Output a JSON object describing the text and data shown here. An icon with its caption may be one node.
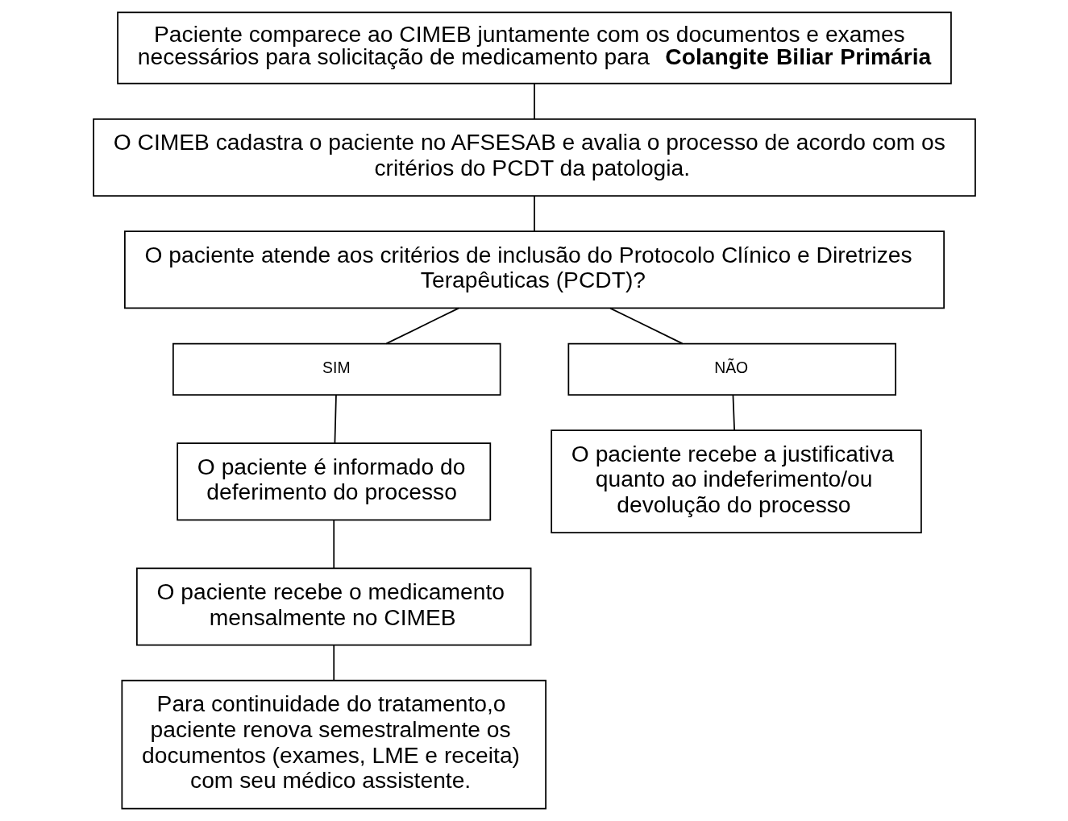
{
  "diagram": {
    "nodes": [
      {
        "text": [
          "Paciente comparece ao CIMEB juntamente com os documentos e exames necessários para solicitação de medicamento para **Colangite Biliar Primária**"
        ]
      },
      {
        "text": [
          "O CIMEB cadastra o paciente no AFSESAB e avalia o processo de acordo com os critérios do PCDT da patologia."
        ]
      },
      {
        "text": [
          "O paciente atende aos critérios de inclusão do Protocolo Clínico e Diretrizes Terapêuticas (PCDT)?"
        ]
      },
      {
        "text": [
          "SIM"
        ]
      },
      {
        "text": [
          "NÃO"
        ]
      },
      {
        "text": [
          "O paciente é informado do deferimento do processo"
        ]
      },
      {
        "text": [
          "O paciente recebe o medicamento mensalmente no CIMEB"
        ]
      },
      {
        "text": [
          "Para continuidade do tratamento,o paciente renova semestralmente os documentos (exames, LME e receita) com seu médico assistente."
        ]
      },
      {
        "text": [
          "O paciente recebe a justificativa quanto ao indeferimento/ou devolução do processo"
        ]
      }
    ],
    "edges": [
      {
        "from": 0,
        "to": 1,
        "arrow": "none"
      },
      {
        "from": 1,
        "to": 2,
        "arrow": "none"
      },
      {
        "from": 2,
        "to": 3,
        "arrow": "none"
      },
      {
        "from": 2,
        "to": 4,
        "arrow": "none"
      },
      {
        "from": 3,
        "to": 5,
        "arrow": "none"
      },
      {
        "from": 5,
        "to": 6,
        "arrow": "none"
      },
      {
        "from": 6,
        "to": 7,
        "arrow": "none"
      },
      {
        "from": 4,
        "to": 8,
        "arrow": "none"
      }
    ]
  }
}
